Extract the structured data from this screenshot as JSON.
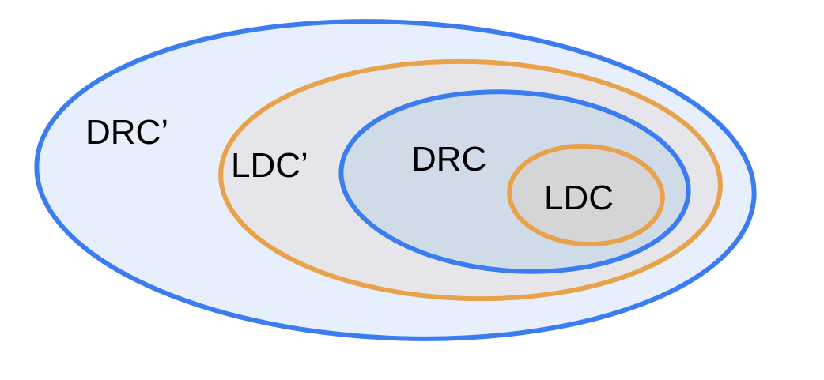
{
  "diagram": {
    "sets": [
      {
        "id": "drc-prime",
        "label": "DRC’",
        "stroke": "#3b7cf0",
        "fill": "#e6effb"
      },
      {
        "id": "ldc-prime",
        "label": "LDC’",
        "stroke": "#e8a24a",
        "fill": "#e6e6ea"
      },
      {
        "id": "drc",
        "label": "DRC",
        "stroke": "#3b7cf0",
        "fill": "#d0dbe8"
      },
      {
        "id": "ldc",
        "label": "LDC",
        "stroke": "#e8a24a",
        "fill": "#d5d5d7"
      }
    ],
    "nesting": "LDC ⊂ DRC ⊂ LDC’ ⊂ DRC’"
  }
}
